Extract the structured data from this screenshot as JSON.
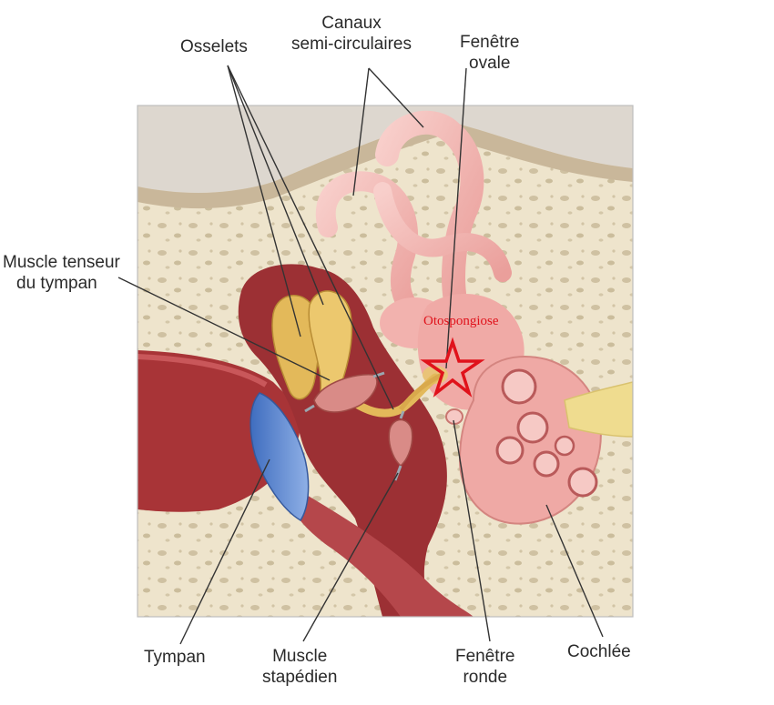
{
  "labels": {
    "osselets": "Osselets",
    "canaux_line1": "Canaux",
    "canaux_line2": "semi-circulaires",
    "fenetre_ovale_line1": "Fenêtre",
    "fenetre_ovale_line2": "ovale",
    "muscle_tenseur_line1": "Muscle tenseur",
    "muscle_tenseur_line2": "du tympan",
    "tympan": "Tympan",
    "muscle_stapedien_line1": "Muscle",
    "muscle_stapedien_line2": "stapédien",
    "fenetre_ronde_line1": "Fenêtre",
    "fenetre_ronde_line2": "ronde",
    "cochlee": "Cochlée"
  },
  "annotation": {
    "text": "Otospongiose",
    "color": "#e0121b",
    "marker": "star-outline-icon"
  },
  "colors": {
    "bone": "#efe6cf",
    "canal_pink": "#f3b9b5",
    "cavity_red": "#a8383a",
    "ossicle_gold": "#e3b95a",
    "tympan_blue": "#5b86cf",
    "nerve_yellow": "#efdc8f"
  }
}
